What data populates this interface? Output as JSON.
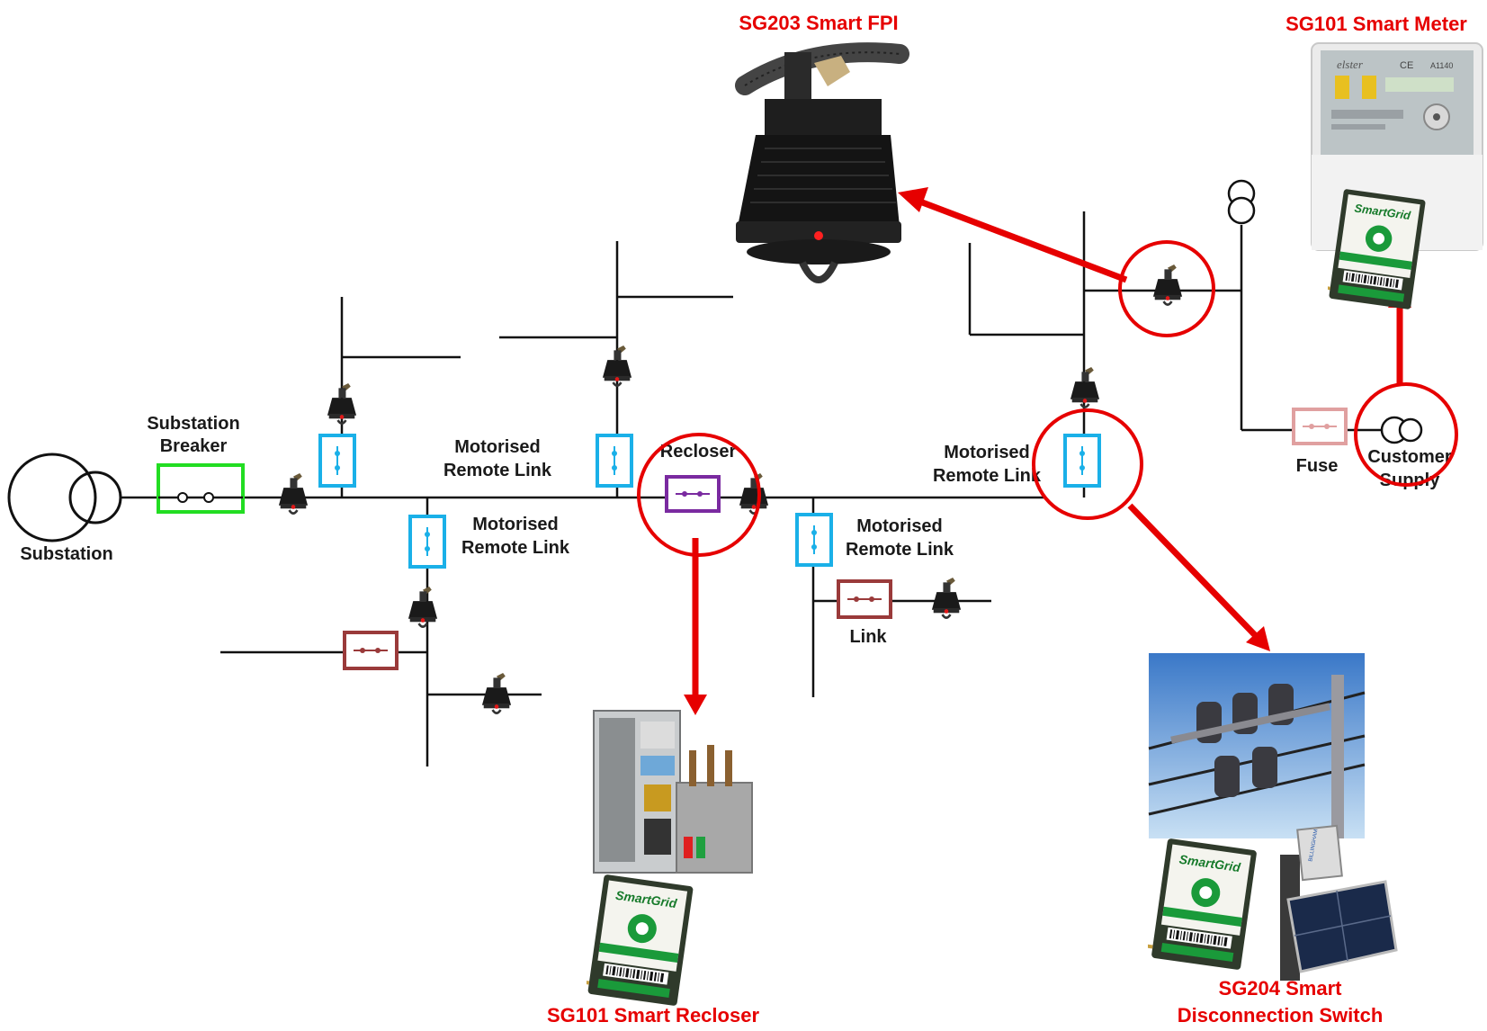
{
  "labels": {
    "substation": "Substation",
    "substation_breaker_1": "Substation",
    "substation_breaker_2": "Breaker",
    "mrl_top_left_1": "Motorised",
    "mrl_top_left_2": "Remote Link",
    "mrl_mid_left_1": "Motorised",
    "mrl_mid_left_2": "Remote Link",
    "recloser": "Recloser",
    "mrl_mid_right_1": "Motorised",
    "mrl_mid_right_2": "Remote Link",
    "mrl_top_right_1": "Motorised",
    "mrl_top_right_2": "Remote Link",
    "link": "Link",
    "fuse": "Fuse",
    "customer_1": "Customer",
    "customer_2": "Supply"
  },
  "products": {
    "fpi": "SG203 Smart FPI",
    "meter": "SG101 Smart Meter",
    "recloser": "SG101 Smart Recloser",
    "switch_1": "SG204 Smart",
    "switch_2": "Disconnection Switch"
  },
  "device_text": {
    "brand": "SmartGrid",
    "meter_brand": "elster",
    "meter_model": "A1140",
    "ce": "CE",
    "solar_brand": "BILLINGHAM"
  },
  "colors": {
    "callout": "#e60000",
    "breaker": "#22dd22",
    "remote_link": "#1ab0e8",
    "recloser": "#7a2aa0",
    "link": "#9a3a3a",
    "fuse": "#e0a0a0",
    "wire": "#111111"
  }
}
